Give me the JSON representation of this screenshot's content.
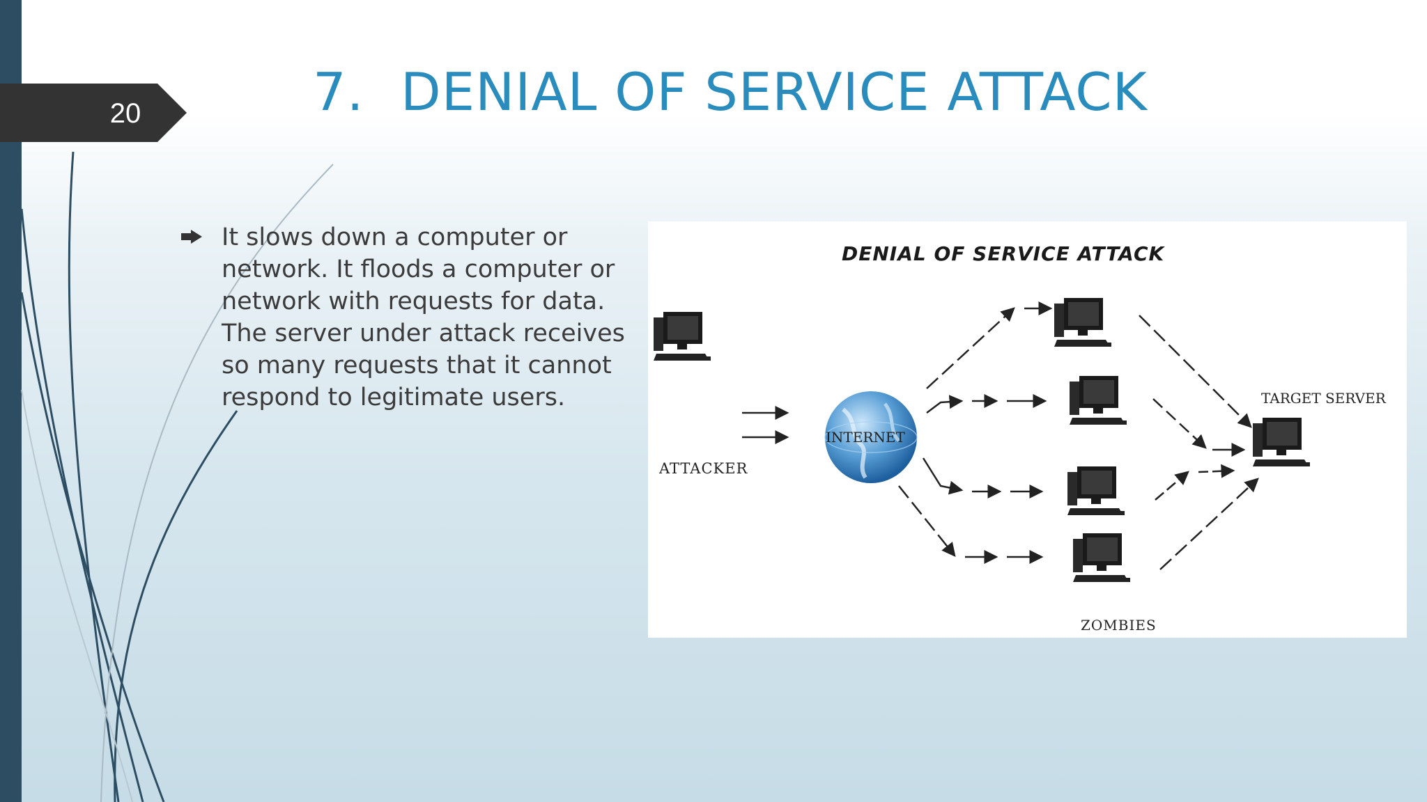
{
  "slide": {
    "number": "20",
    "title_number": "7.",
    "title_text": "DENIAL OF SERVICE ATTACK",
    "bullet_text": "It slows down a computer or network. It floods a computer or network with requests for data. The server under attack receives so many requests that it cannot respond to legitimate users."
  },
  "figure": {
    "title": "DENIAL OF SERVICE ATTACK",
    "attacker_label": "ATTACKER",
    "internet_label": "INTERNET",
    "target_label": "TARGET SERVER",
    "zombies_label": "ZOMBIES"
  },
  "colors": {
    "accent": "#2a8bbd",
    "sidebar": "#2d4d63",
    "tab": "#333333"
  },
  "icons": [
    "bullet-arrow-icon",
    "computer-icon",
    "globe-icon",
    "arrow-icon"
  ]
}
